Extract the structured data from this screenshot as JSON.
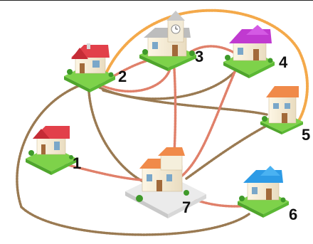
{
  "houses": [
    {
      "label": "1",
      "roof_color": "#e2404a"
    },
    {
      "label": "2",
      "roof_color": "#e2404a"
    },
    {
      "label": "3",
      "roof_color": "#bdbdbd"
    },
    {
      "label": "4",
      "roof_color": "#c03ad0"
    },
    {
      "label": "5",
      "roof_color": "#f08a4a"
    },
    {
      "label": "6",
      "roof_color": "#2d9be6"
    },
    {
      "label": "7",
      "roof_color": "#f08a4a"
    }
  ],
  "road_colors": {
    "orange": "#f4a94a",
    "red": "#e0806a",
    "brown": "#9a7a52"
  }
}
